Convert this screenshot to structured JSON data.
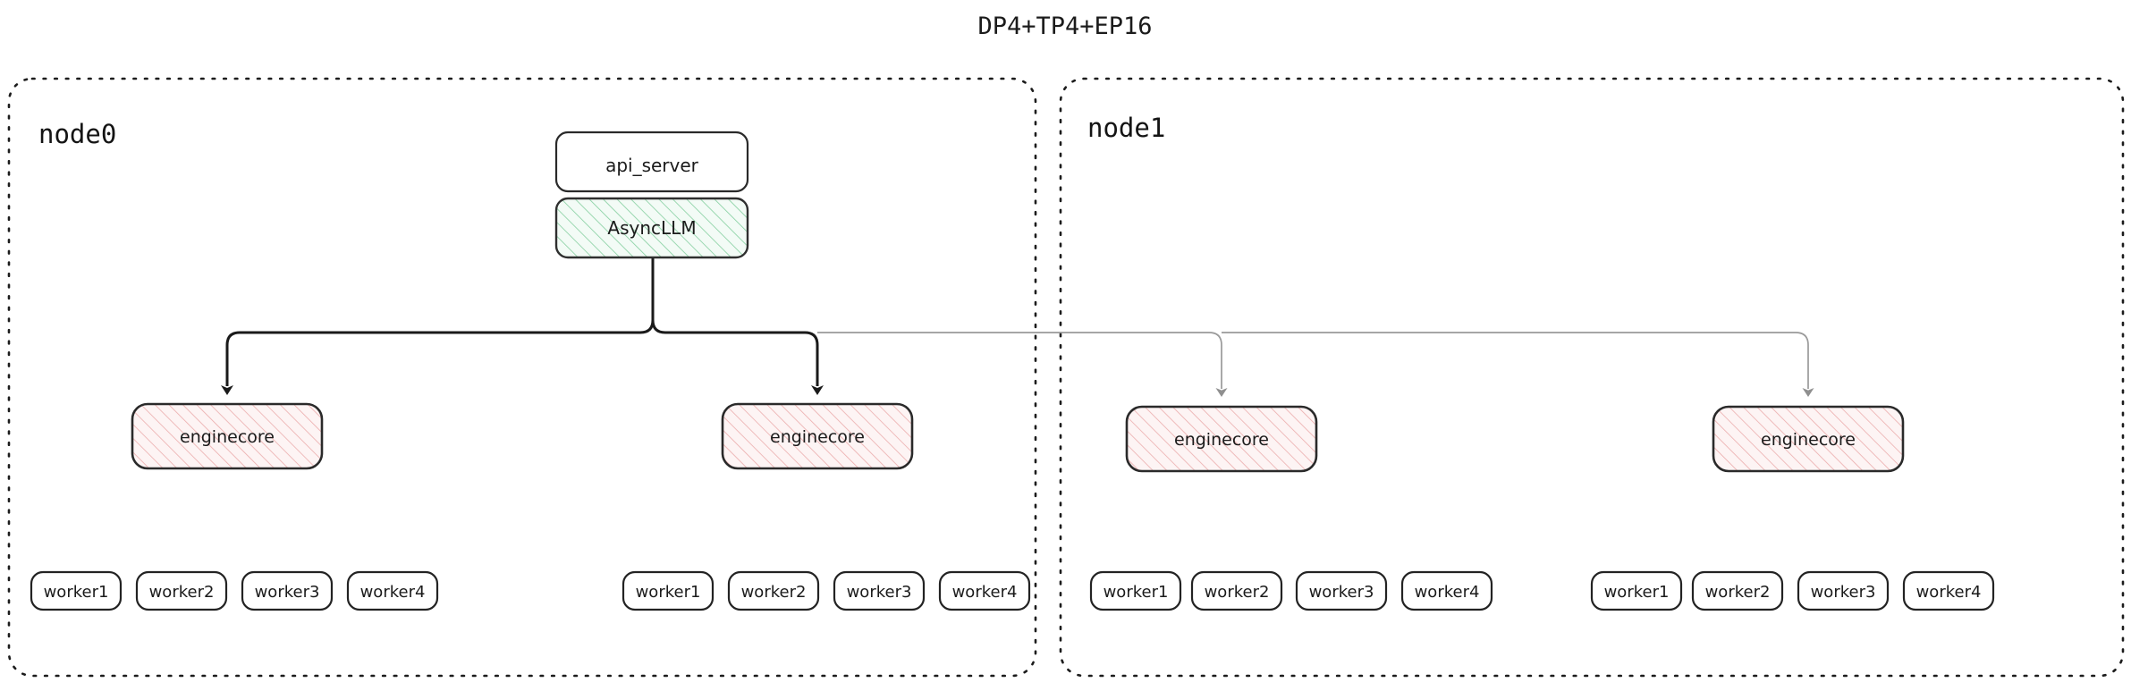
{
  "title": "DP4+TP4+EP16",
  "colors": {
    "background": "#ffffff",
    "stroke_dark": "#1a1a1a",
    "stroke_light": "#9a9a9a",
    "green_hatch": "#7ec89a",
    "green_fill": "#f2faf5",
    "red_hatch": "#e8a9a9",
    "red_fill": "#fdf3f3",
    "box_border": "#2a2a2a",
    "text": "#1b1b1b"
  },
  "nodes": [
    {
      "id": "node0",
      "label": "node0",
      "engines": [
        {
          "label": "enginecore",
          "workers": [
            {
              "label": "worker1"
            },
            {
              "label": "worker2"
            },
            {
              "label": "worker3"
            },
            {
              "label": "worker4"
            }
          ]
        },
        {
          "label": "enginecore",
          "workers": [
            {
              "label": "worker1"
            },
            {
              "label": "worker2"
            },
            {
              "label": "worker3"
            },
            {
              "label": "worker4"
            }
          ]
        }
      ]
    },
    {
      "id": "node1",
      "label": "node1",
      "engines": [
        {
          "label": "enginecore",
          "workers": [
            {
              "label": "worker1"
            },
            {
              "label": "worker2"
            },
            {
              "label": "worker3"
            },
            {
              "label": "worker4"
            }
          ]
        },
        {
          "label": "enginecore",
          "workers": [
            {
              "label": "worker1"
            },
            {
              "label": "worker2"
            },
            {
              "label": "worker3"
            },
            {
              "label": "worker4"
            }
          ]
        }
      ]
    }
  ],
  "top_boxes": {
    "api_server": "api_server",
    "async_llm": "AsyncLLM"
  }
}
